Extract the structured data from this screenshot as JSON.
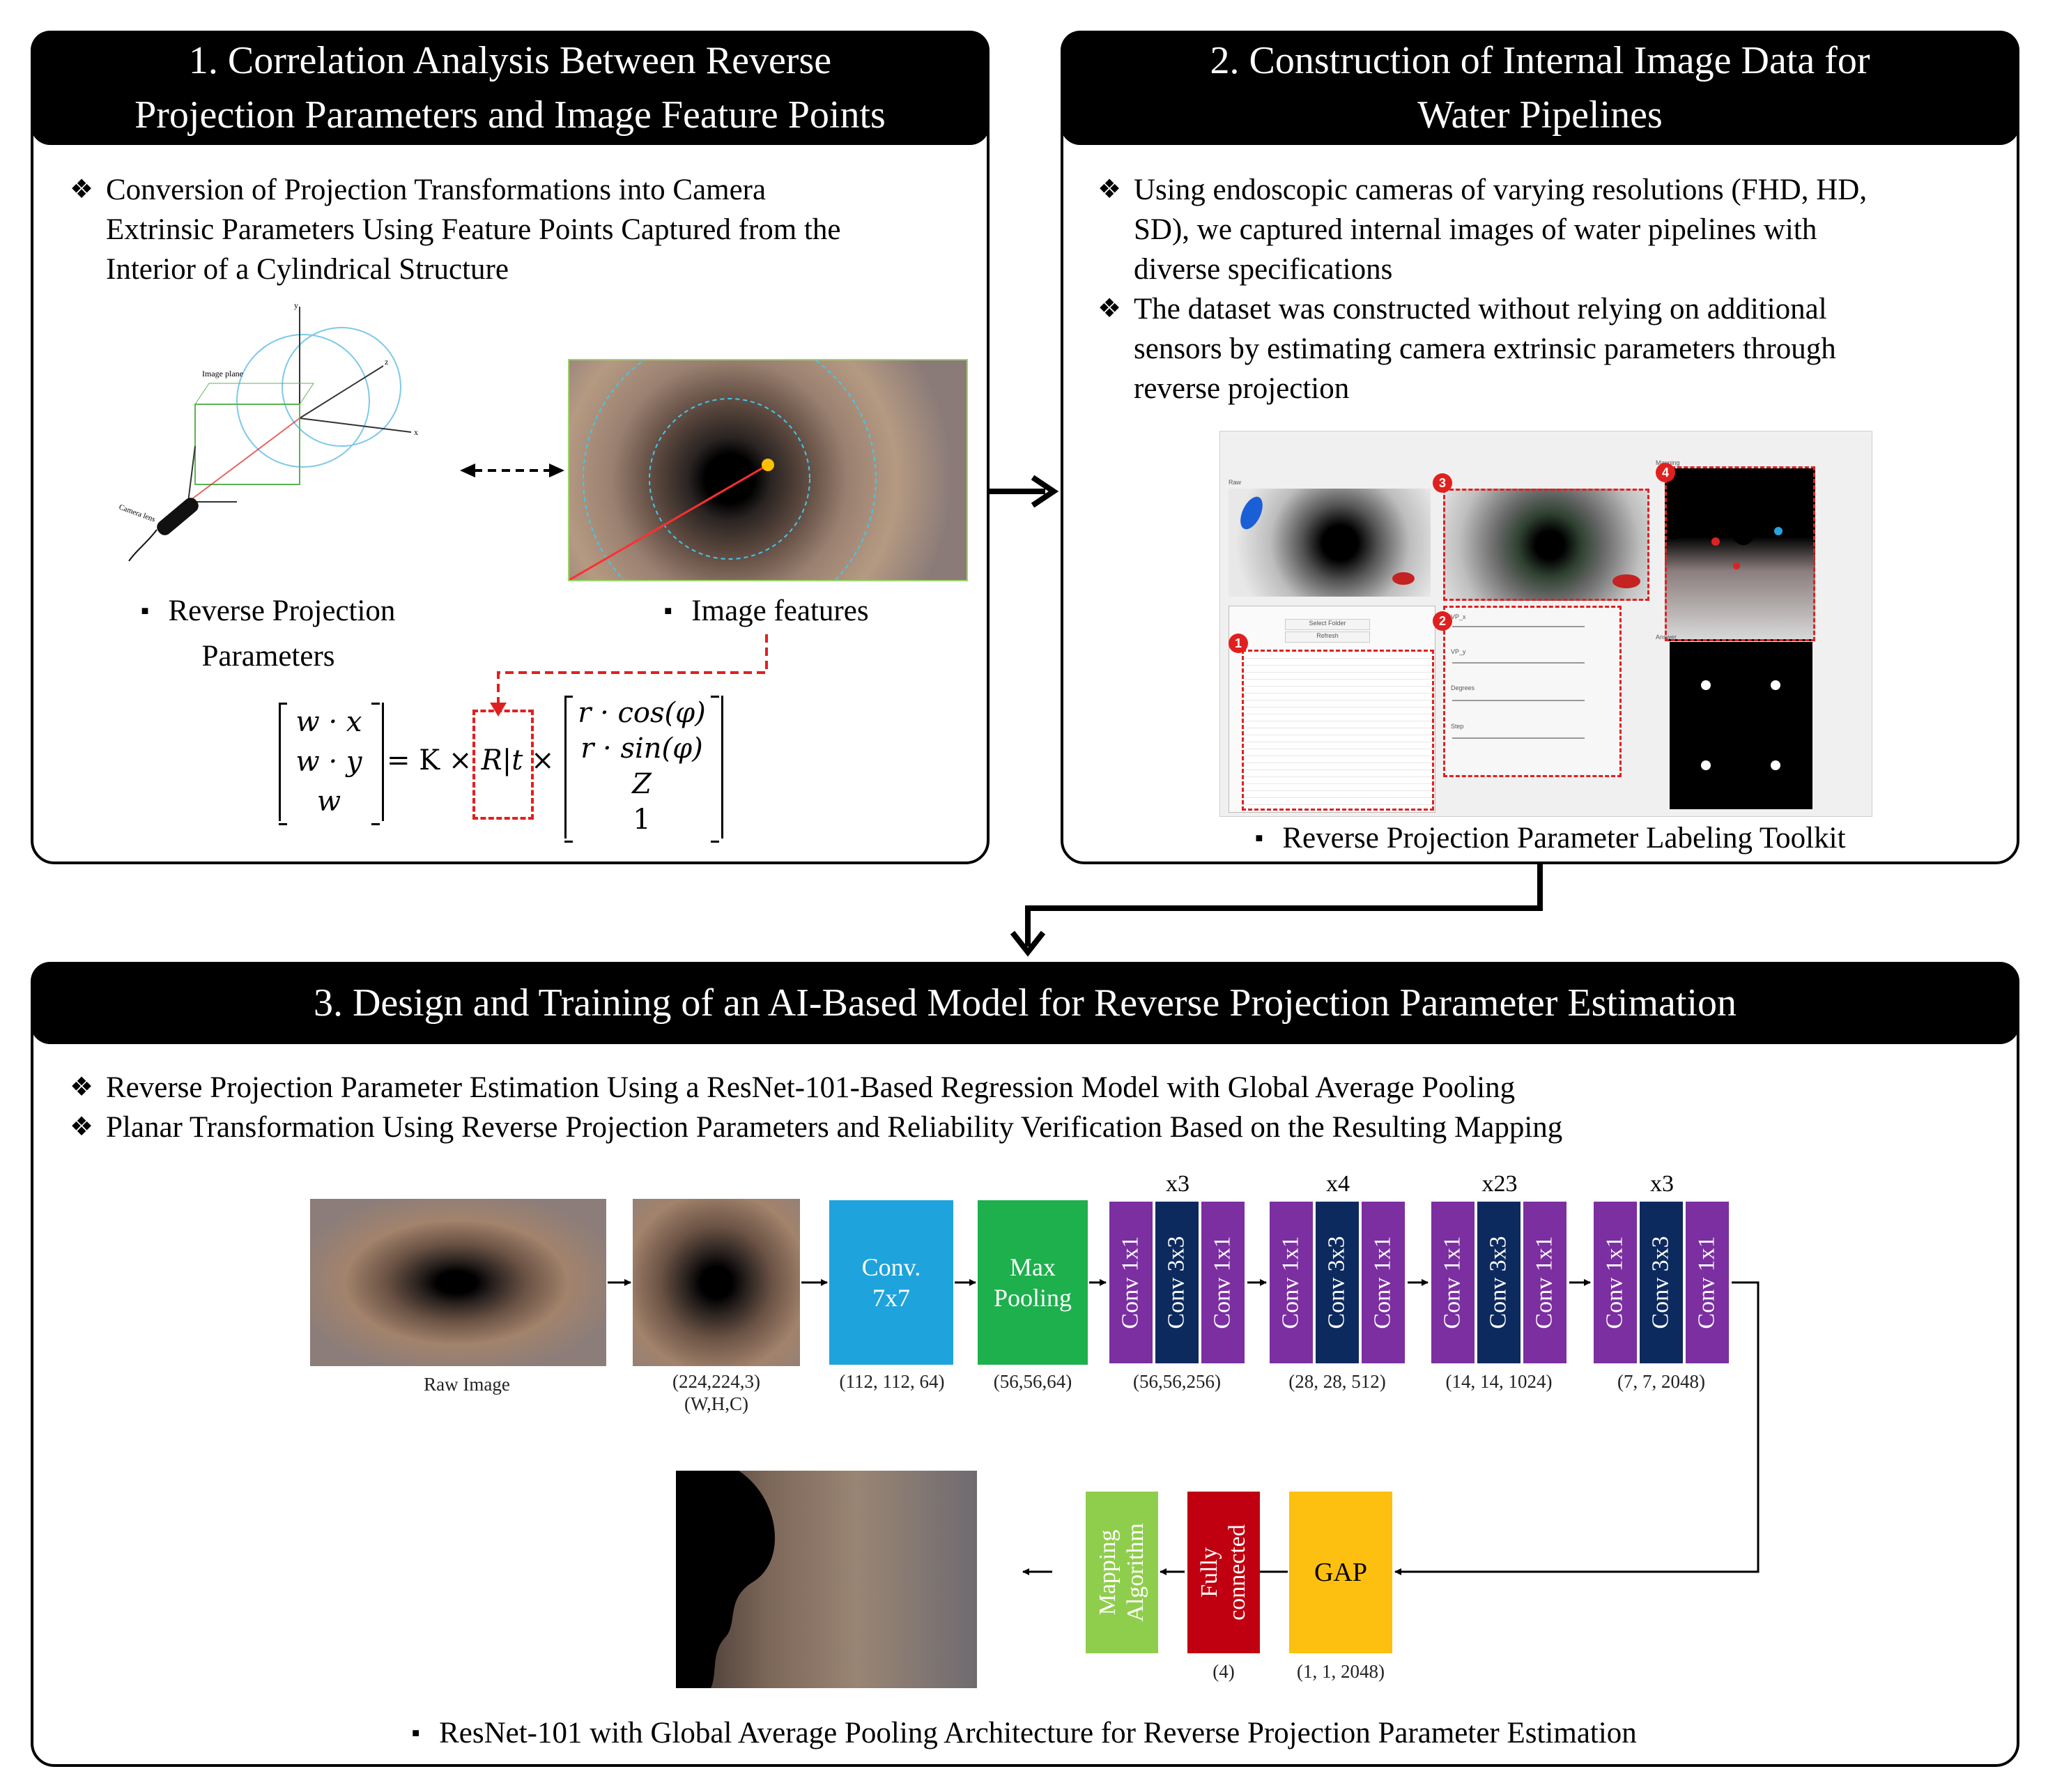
{
  "panel1": {
    "title_line1": "1. Correlation Analysis Between Reverse",
    "title_line2": "Projection Parameters and Image Feature Points",
    "bullet1_l1": "Conversion of Projection Transformations into Camera",
    "bullet1_l2": "Extrinsic Parameters Using Feature Points Captured from the",
    "bullet1_l3": "Interior of a Cylindrical Structure",
    "left_caption_l1": "Reverse Projection",
    "left_caption_l2": "Parameters",
    "right_caption": "Image features",
    "diagram_labels": {
      "image_plane": "Image plane",
      "camera_lens": "Camera lens",
      "x": "x",
      "y": "y",
      "z": "z"
    },
    "eq": {
      "lhs": [
        "w · x",
        "w · y",
        "w"
      ],
      "mid1": "= K ×",
      "rt": "R|t",
      "mid2": "×",
      "rhs": [
        "r · cos(φ)",
        "r · sin(φ)",
        "Z",
        "1"
      ]
    }
  },
  "panel2": {
    "title_line1": "2. Construction of Internal Image Data for",
    "title_line2": "Water Pipelines",
    "bullet1_l1": "Using endoscopic cameras of varying resolutions (FHD, HD,",
    "bullet1_l2": "SD), we captured internal images of water pipelines with",
    "bullet1_l3": "diverse specifications",
    "bullet2_l1": "The dataset was constructed without relying on additional",
    "bullet2_l2": "sensors by estimating camera extrinsic parameters through",
    "bullet2_l3": "reverse projection",
    "caption": "Reverse Projection Parameter Labeling Toolkit",
    "toolkit": {
      "raw": "Raw",
      "mapping": "Mapping",
      "answer": "Answer",
      "select_folder": "Select Folder",
      "refresh": "Refresh",
      "vp_x": "VP_x",
      "vp_y": "VP_y",
      "degrees": "Degrees",
      "step": "Step",
      "badges": [
        "1",
        "2",
        "3",
        "4"
      ]
    }
  },
  "panel3": {
    "title": "3. Design and Training of an AI-Based Model for Reverse Projection Parameter Estimation",
    "bullet1": "Reverse Projection Parameter Estimation Using a ResNet-101-Based Regression Model with Global Average Pooling",
    "bullet2": "Planar Transformation Using Reverse Projection Parameters and Reliability Verification Based on the Resulting Mapping",
    "raw_label": "Raw Image",
    "input_label_l1": "(224,224,3)",
    "input_label_l2": "(W,H,C)",
    "conv_l1": "Conv.",
    "conv_l2": "7x7",
    "conv_dim": "(112, 112, 64)",
    "pool_l1": "Max",
    "pool_l2": "Pooling",
    "pool_dim": "(56,56,64)",
    "groups": [
      {
        "rep": "x3",
        "dim": "(56,56,256)"
      },
      {
        "rep": "x4",
        "dim": "(28, 28, 512)"
      },
      {
        "rep": "x23",
        "dim": "(14, 14, 1024)"
      },
      {
        "rep": "x3",
        "dim": "(7, 7, 2048)"
      }
    ],
    "conv1x1": "Conv 1x1",
    "conv3x3": "Conv 3x3",
    "gap": "GAP",
    "gap_dim": "(1, 1, 2048)",
    "fc_l1": "Fully",
    "fc_l2": "connected",
    "fc_dim": "(4)",
    "map_l1": "Mapping",
    "map_l2": "Algorithm",
    "caption": "ResNet-101 with Global Average Pooling Architecture for Reverse Projection Parameter Estimation"
  },
  "bullet_mark": "❖",
  "colors": {
    "conv": "#1ea3dc",
    "pool": "#1db04c",
    "bottleneck": "#7b2fa0",
    "bottleneck_mid": "#0d2a5e",
    "gap": "#fdc010",
    "fc": "#c00010",
    "mapping": "#8fce4c"
  }
}
